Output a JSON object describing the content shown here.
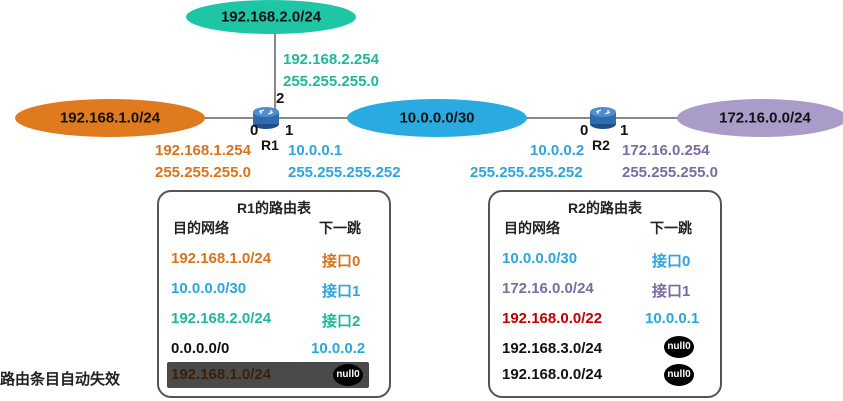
{
  "colors": {
    "orange": "#D9731A",
    "teal": "#1FB89A",
    "blue": "#2BA6DE",
    "purple": "#7B6AA3",
    "red": "#C00000",
    "black": "#111111"
  },
  "networks": {
    "top": "192.168.2.0/24",
    "left": "192.168.1.0/24",
    "middle": "10.0.0.0/30",
    "right": "172.16.0.0/24"
  },
  "routers": {
    "r1": {
      "name": "R1",
      "port0": "0",
      "port1": "1",
      "port2": "2",
      "if0_ip": "192.168.1.254",
      "if0_mask": "255.255.255.0",
      "if1_ip": "10.0.0.1",
      "if1_mask": "255.255.255.252",
      "if2_ip": "192.168.2.254",
      "if2_mask": "255.255.255.0"
    },
    "r2": {
      "name": "R2",
      "port0": "0",
      "port1": "1",
      "if0_ip": "10.0.0.2",
      "if0_mask": "255.255.255.252",
      "if1_ip": "172.16.0.254",
      "if1_mask": "255.255.255.0"
    }
  },
  "r1_table": {
    "title": "R1的路由表",
    "col_dest": "目的网络",
    "col_hop": "下一跳",
    "rows": [
      {
        "dest": "192.168.1.0/24",
        "hop": "接口0"
      },
      {
        "dest": "10.0.0.0/30",
        "hop": "接口1"
      },
      {
        "dest": "192.168.2.0/24",
        "hop": "接口2"
      },
      {
        "dest": "0.0.0.0/0",
        "hop": "10.0.0.2"
      },
      {
        "dest": "192.168.1.0/24",
        "hop": "null0"
      }
    ]
  },
  "r2_table": {
    "title": "R2的路由表",
    "col_dest": "目的网络",
    "col_hop": "下一跳",
    "rows": [
      {
        "dest": "10.0.0.0/30",
        "hop": "接口0"
      },
      {
        "dest": "172.16.0.0/24",
        "hop": "接口1"
      },
      {
        "dest": "192.168.0.0/22",
        "hop": "10.0.0.1"
      },
      {
        "dest": "192.168.3.0/24",
        "hop": "null0"
      },
      {
        "dest": "192.168.0.0/24",
        "hop": "null0"
      }
    ]
  },
  "caption": "路由条目自动失效"
}
